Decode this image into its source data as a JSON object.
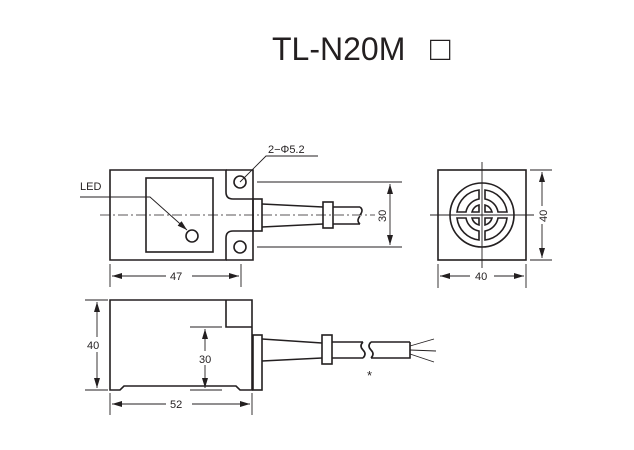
{
  "title": "TL-N20M",
  "title_box_symbol": "□",
  "top_view": {
    "led_label": "LED",
    "hole_callout": "2−Φ5.2",
    "dim_width": "47",
    "dim_hole_spacing": "30"
  },
  "front_view": {
    "dim_width": "40",
    "dim_height": "40"
  },
  "side_view": {
    "dim_height": "40",
    "dim_boss": "30",
    "dim_length": "52",
    "cable_note": "*"
  },
  "colors": {
    "line": "#231f20",
    "background": "#ffffff"
  }
}
